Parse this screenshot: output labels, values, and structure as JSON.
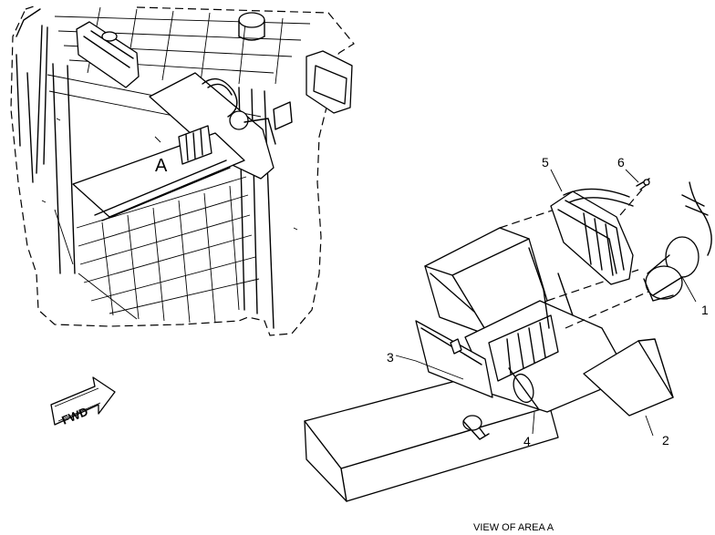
{
  "diagram": {
    "area_callout": "A",
    "view_caption": "VIEW OF AREA A",
    "direction_arrow": "FWD",
    "part_callouts": [
      "1",
      "2",
      "3",
      "4",
      "5",
      "6"
    ]
  }
}
